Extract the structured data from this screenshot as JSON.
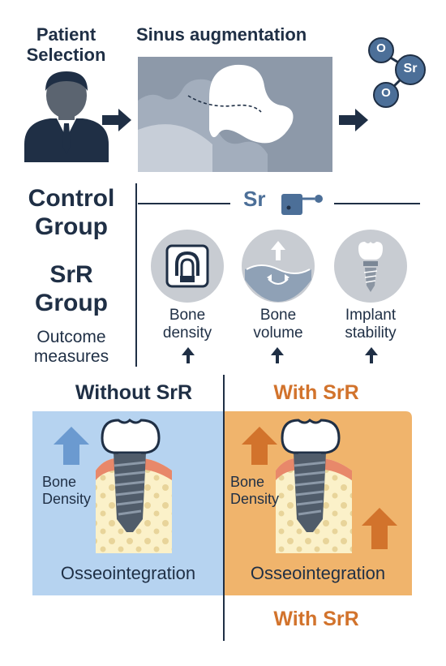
{
  "top": {
    "patient_selection": "Patient Selection",
    "sinus_augmentation": "Sinus augmentation",
    "molecule_label": "Sr",
    "molecule_oxygen_1": "O",
    "molecule_oxygen_2": "O"
  },
  "groups": {
    "control": "Control Group",
    "srr": "SrR Group",
    "outcome": "Outcome measures",
    "sr_header": "Sr"
  },
  "outcomes": [
    {
      "label": "Bone density",
      "icon": "bone-density-scan-icon"
    },
    {
      "label": "Bone volume",
      "icon": "bone-volume-icon"
    },
    {
      "label": "Implant stability",
      "icon": "implant-icon"
    }
  ],
  "comparison": {
    "left_title": "Without SrR",
    "right_title": "With SrR",
    "left_bone_label": "Bone Density",
    "right_bone_label": "Bone Density",
    "left_footer": "Osseointegration",
    "right_footer": "Osseointegration",
    "bottom_label": "With SrR"
  },
  "colors": {
    "navy": "#1f2f45",
    "steel_blue": "#4c6f98",
    "orange": "#d2732c",
    "left_panel": "#b6d3f0",
    "right_panel": "#f0b46c"
  }
}
